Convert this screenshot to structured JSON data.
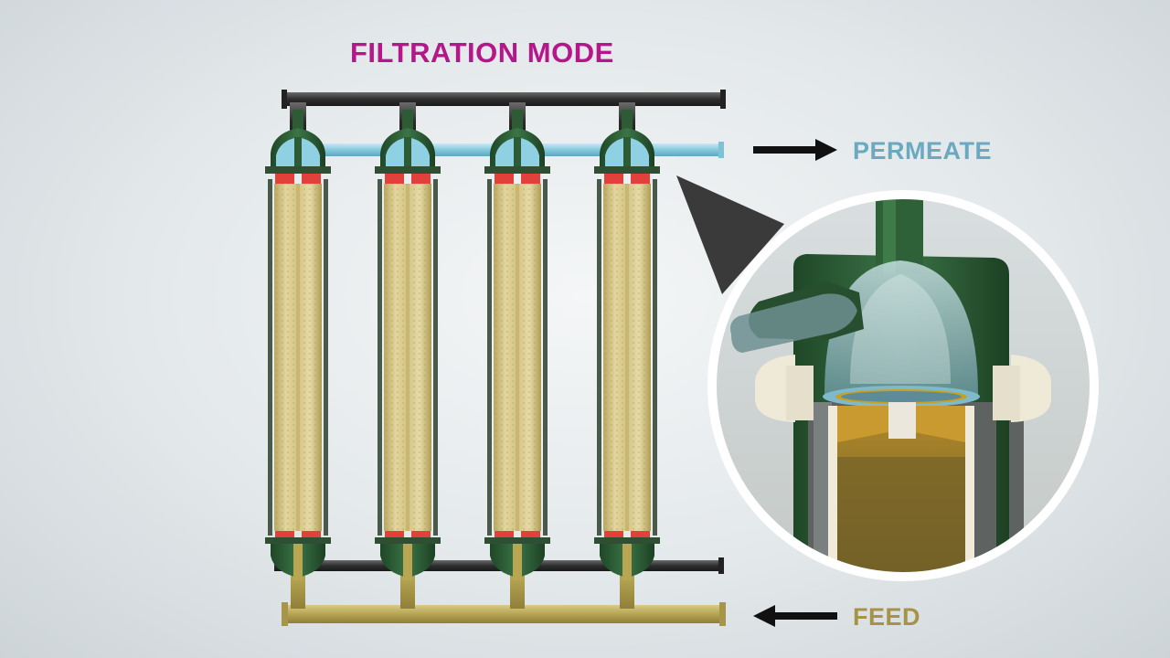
{
  "title": "FILTRATION MODE",
  "labels": {
    "permeate": "PERMEATE",
    "feed": "FEED"
  },
  "colors": {
    "title": "#b5168a",
    "permeate_text": "#6aa9bf",
    "feed_text": "#a69345",
    "permeate_pipe": "#8fd0e3",
    "feed_pipe": "#b8a652",
    "drain_pipe": "#3b3b3b",
    "housing": "#2c5b35",
    "seal": "#e2403a",
    "cartridge": "#d5c58c",
    "arrow": "#111111"
  },
  "modules": {
    "count": 4
  },
  "icons": {
    "permeate_arrow": "arrow-right-icon",
    "feed_arrow": "arrow-left-icon"
  }
}
